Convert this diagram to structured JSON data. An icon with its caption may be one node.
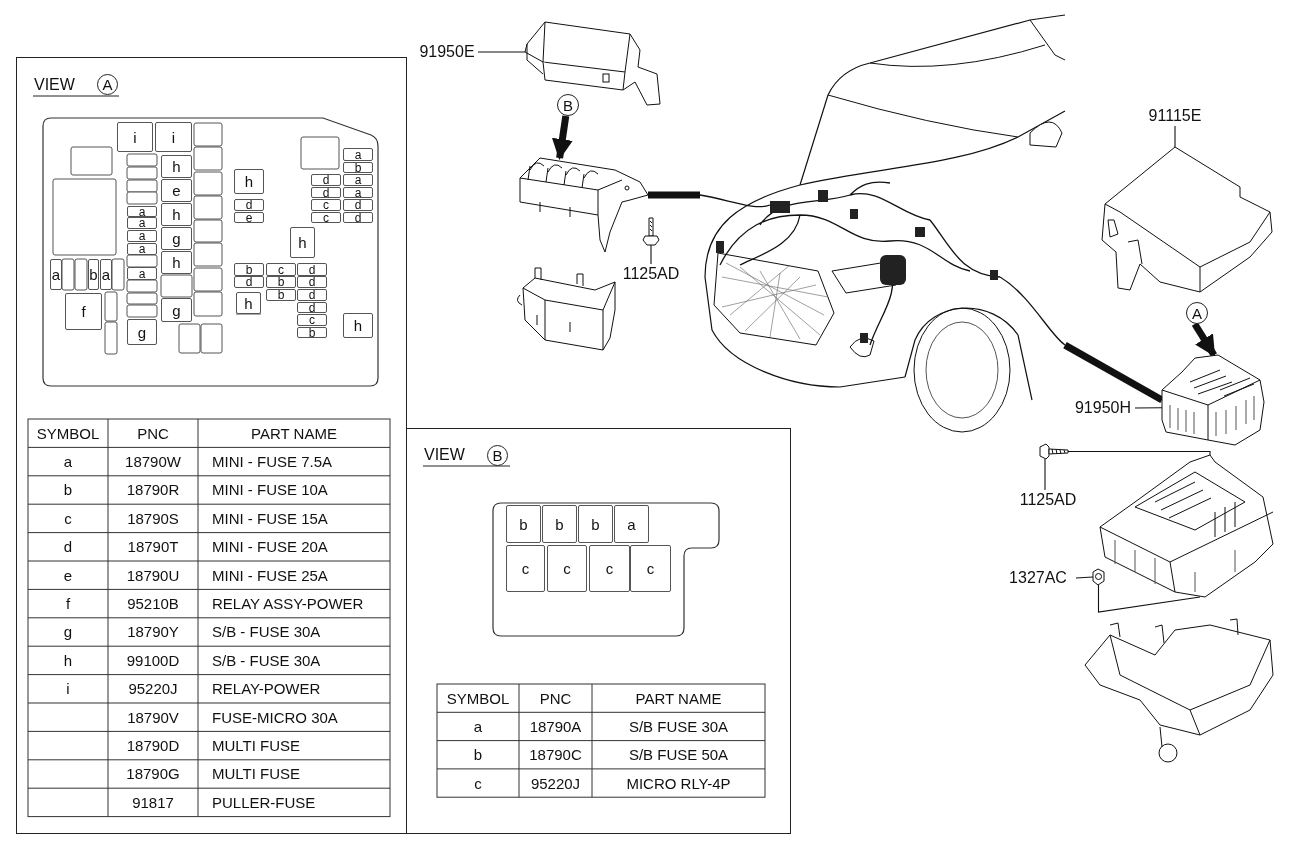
{
  "diagram": {
    "nodes": [
      {
        "text": [
          "91950E"
        ]
      },
      {
        "text": [],
        "shape": "picture"
      },
      {
        "text": [
          "B"
        ]
      },
      {
        "text": [],
        "shape": "picture"
      },
      {
        "text": [],
        "shape": "picture"
      },
      {
        "text": [
          "1125AD"
        ]
      },
      {
        "text": [],
        "shape": "picture"
      },
      {
        "text": [
          "91115E"
        ]
      },
      {
        "text": [],
        "shape": "picture"
      },
      {
        "text": [
          "A"
        ]
      },
      {
        "text": [],
        "shape": "picture"
      },
      {
        "text": [
          "91950H"
        ]
      },
      {
        "text": [],
        "shape": "picture"
      },
      {
        "text": [
          "1125AD"
        ]
      },
      {
        "text": [],
        "shape": "picture"
      },
      {
        "text": [
          "1327AC"
        ]
      },
      {
        "text": [],
        "shape": "picture"
      }
    ],
    "edges": [
      {
        "from": 0,
        "to": 1,
        "arrow": "none"
      },
      {
        "from": 2,
        "to": 3,
        "arrow": "to",
        "style": "thick"
      },
      {
        "from": 3,
        "to": 6,
        "arrow": "none",
        "style": "thick"
      },
      {
        "from": 5,
        "to": 4,
        "arrow": "none"
      },
      {
        "from": 7,
        "to": 8,
        "arrow": "none"
      },
      {
        "from": 9,
        "to": 10,
        "arrow": "to",
        "style": "thick"
      },
      {
        "from": 11,
        "to": 10,
        "arrow": "none"
      },
      {
        "from": 6,
        "to": 10,
        "arrow": "none",
        "style": "thick"
      },
      {
        "from": 13,
        "to": 12,
        "arrow": "none"
      },
      {
        "from": 12,
        "to": 14,
        "arrow": "none"
      },
      {
        "from": 15,
        "to": 16,
        "arrow": "none"
      },
      {
        "from": 16,
        "to": 14,
        "arrow": "none"
      }
    ],
    "labels": [
      "VIEW",
      "A",
      "i",
      "i",
      "a",
      "h",
      "b",
      "h",
      "e",
      "d",
      "a",
      "d",
      "a",
      "d",
      "c",
      "d",
      "h",
      "a",
      "e",
      "c",
      "d",
      "a",
      "g",
      "h",
      "a",
      "a",
      "h",
      "a",
      "b",
      "a",
      "b",
      "c",
      "d",
      "a",
      "d",
      "b",
      "d",
      "b",
      "d",
      "f",
      "h",
      "g",
      "d",
      "h",
      "c",
      "g",
      "b",
      "SYMBOL",
      "PNC",
      "PART NAME",
      "a",
      "18790W",
      "MINI - FUSE 7.5A",
      "b",
      "18790R",
      "MINI - FUSE 10A",
      "c",
      "18790S",
      "MINI - FUSE 15A",
      "d",
      "18790T",
      "MINI - FUSE 20A",
      "e",
      "18790U",
      "MINI - FUSE 25A",
      "f",
      "95210B",
      "RELAY ASSY-POWER",
      "g",
      "18790Y",
      "S/B - FUSE 30A",
      "h",
      "99100D",
      "S/B - FUSE 30A",
      "i",
      "95220J",
      "RELAY-POWER",
      "18790V",
      "FUSE-MICRO 30A",
      "18790D",
      "MULTI FUSE",
      "18790G",
      "MULTI FUSE",
      "91817",
      "PULLER-FUSE",
      "VIEW",
      "B",
      "b",
      "b",
      "b",
      "a",
      "c",
      "c",
      "c",
      "c",
      "SYMBOL",
      "PNC",
      "PART NAME",
      "a",
      "18790A",
      "S/B FUSE 30A",
      "b",
      "18790C",
      "S/B FUSE 50A",
      "c",
      "95220J",
      "MICRO RLY-4P"
    ]
  }
}
